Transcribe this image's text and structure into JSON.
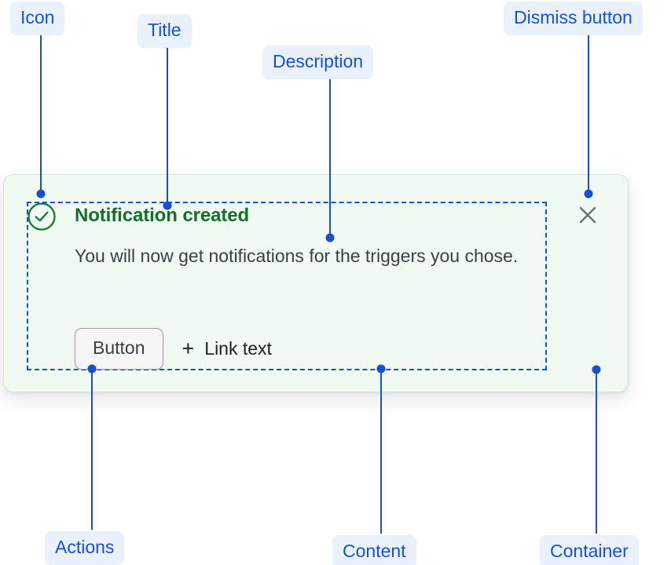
{
  "annotations": [
    {
      "id": "icon",
      "label": "Icon"
    },
    {
      "id": "title",
      "label": "Title"
    },
    {
      "id": "description",
      "label": "Description"
    },
    {
      "id": "dismiss-button",
      "label": "Dismiss button"
    },
    {
      "id": "actions",
      "label": "Actions"
    },
    {
      "id": "content",
      "label": "Content"
    },
    {
      "id": "container",
      "label": "Container"
    }
  ],
  "notification": {
    "status_icon": "check-circle-icon",
    "title": "Notification created",
    "description": "You will now get notifications for the triggers you chose.",
    "actions": {
      "button_label": "Button",
      "link_icon": "plus-icon",
      "link_label": "Link text"
    },
    "dismiss_icon": "close-icon"
  },
  "colors": {
    "annotation_blue": "#1550d0",
    "annotation_pill_bg": "#e9f1fd",
    "annotation_pill_text": "#1552d8",
    "card_bg": "#f0f9f2",
    "card_border": "#cfe8d7",
    "title_green": "#13702b",
    "body_text": "#3b4043",
    "dismiss_gray": "#6b7074",
    "button_bg": "#f6f6f6",
    "button_border": "#9aa0a6"
  }
}
